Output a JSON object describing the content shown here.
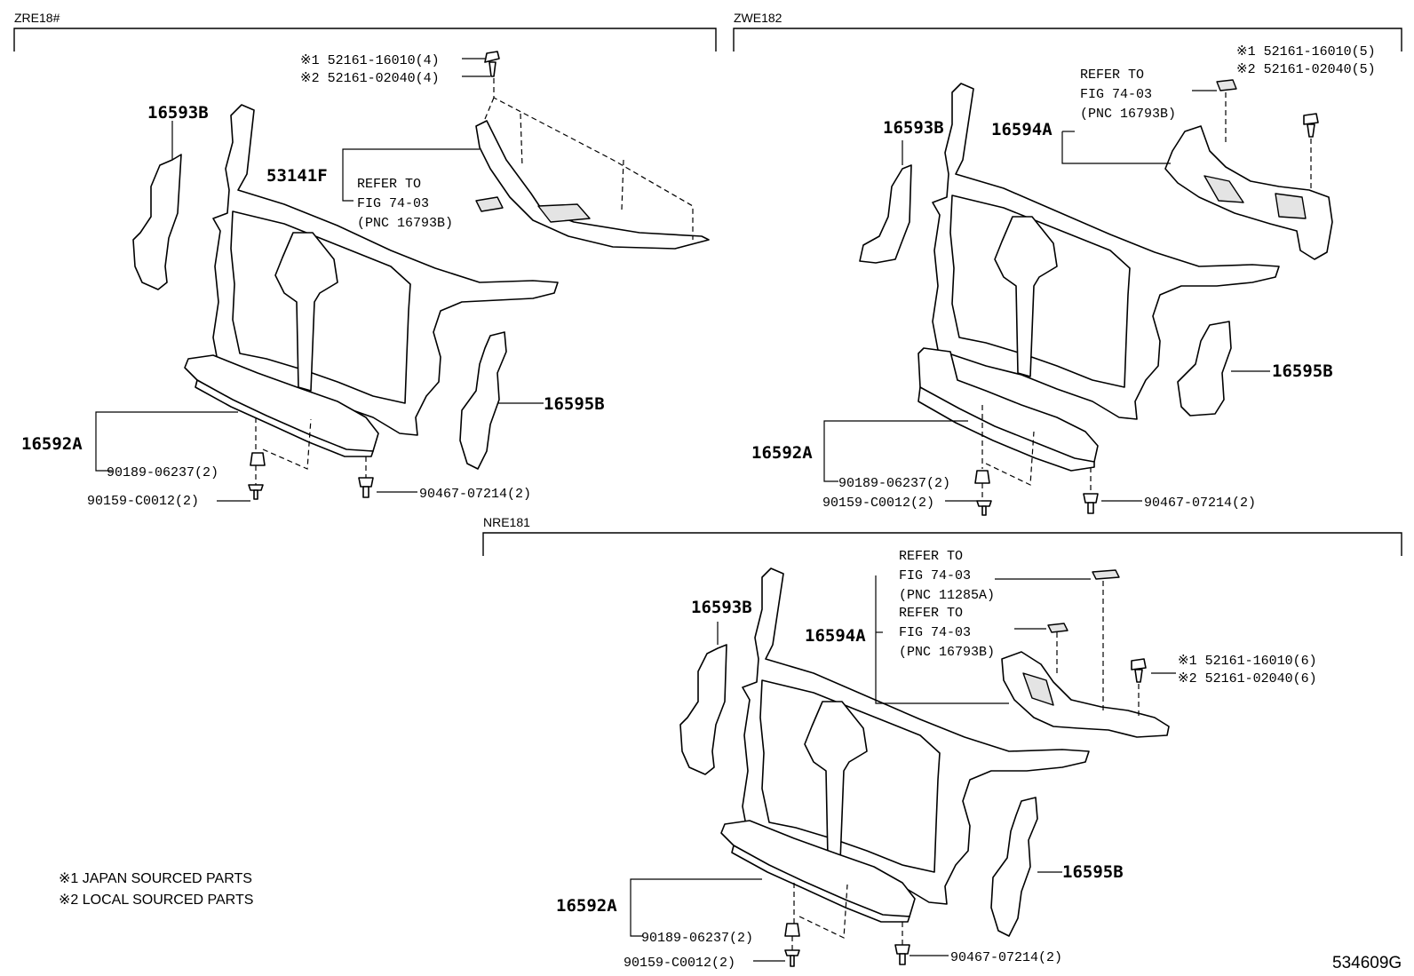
{
  "sections": {
    "zre": "ZRE18#",
    "zwe": "ZWE182",
    "nre": "NRE181"
  },
  "zre": {
    "clip_line1": "※1 52161-16010(4)",
    "clip_line2": "※2 52161-02040(4)",
    "p16593B": "16593B",
    "p53141F": "53141F",
    "refer1": "REFER TO",
    "refer2": "FIG 74-03",
    "refer3": "(PNC 16793B)",
    "p16595B": "16595B",
    "p16592A": "16592A",
    "b1": "90189-06237(2)",
    "b2": "90159-C0012(2)",
    "b3": "90467-07214(2)"
  },
  "zwe": {
    "clip_line1": "※1 52161-16010(5)",
    "clip_line2": "※2 52161-02040(5)",
    "refer1": "REFER TO",
    "refer2": "FIG 74-03",
    "refer3": "(PNC 16793B)",
    "p16593B": "16593B",
    "p16594A": "16594A",
    "p16595B": "16595B",
    "p16592A": "16592A",
    "b1": "90189-06237(2)",
    "b2": "90159-C0012(2)",
    "b3": "90467-07214(2)"
  },
  "nre": {
    "refer_a1": "REFER TO",
    "refer_a2": "FIG 74-03",
    "refer_a3": "(PNC 11285A)",
    "refer_b1": "REFER TO",
    "refer_b2": "FIG 74-03",
    "refer_b3": "(PNC 16793B)",
    "p16593B": "16593B",
    "p16594A": "16594A",
    "clip_line1": "※1 52161-16010(6)",
    "clip_line2": "※2 52161-02040(6)",
    "p16595B": "16595B",
    "p16592A": "16592A",
    "b1": "90189-06237(2)",
    "b2": "90159-C0012(2)",
    "b3": "90467-07214(2)"
  },
  "notes": {
    "n1": "※1  JAPAN SOURCED PARTS",
    "n2": "※2  LOCAL SOURCED PARTS"
  },
  "figure_id": "534609G"
}
